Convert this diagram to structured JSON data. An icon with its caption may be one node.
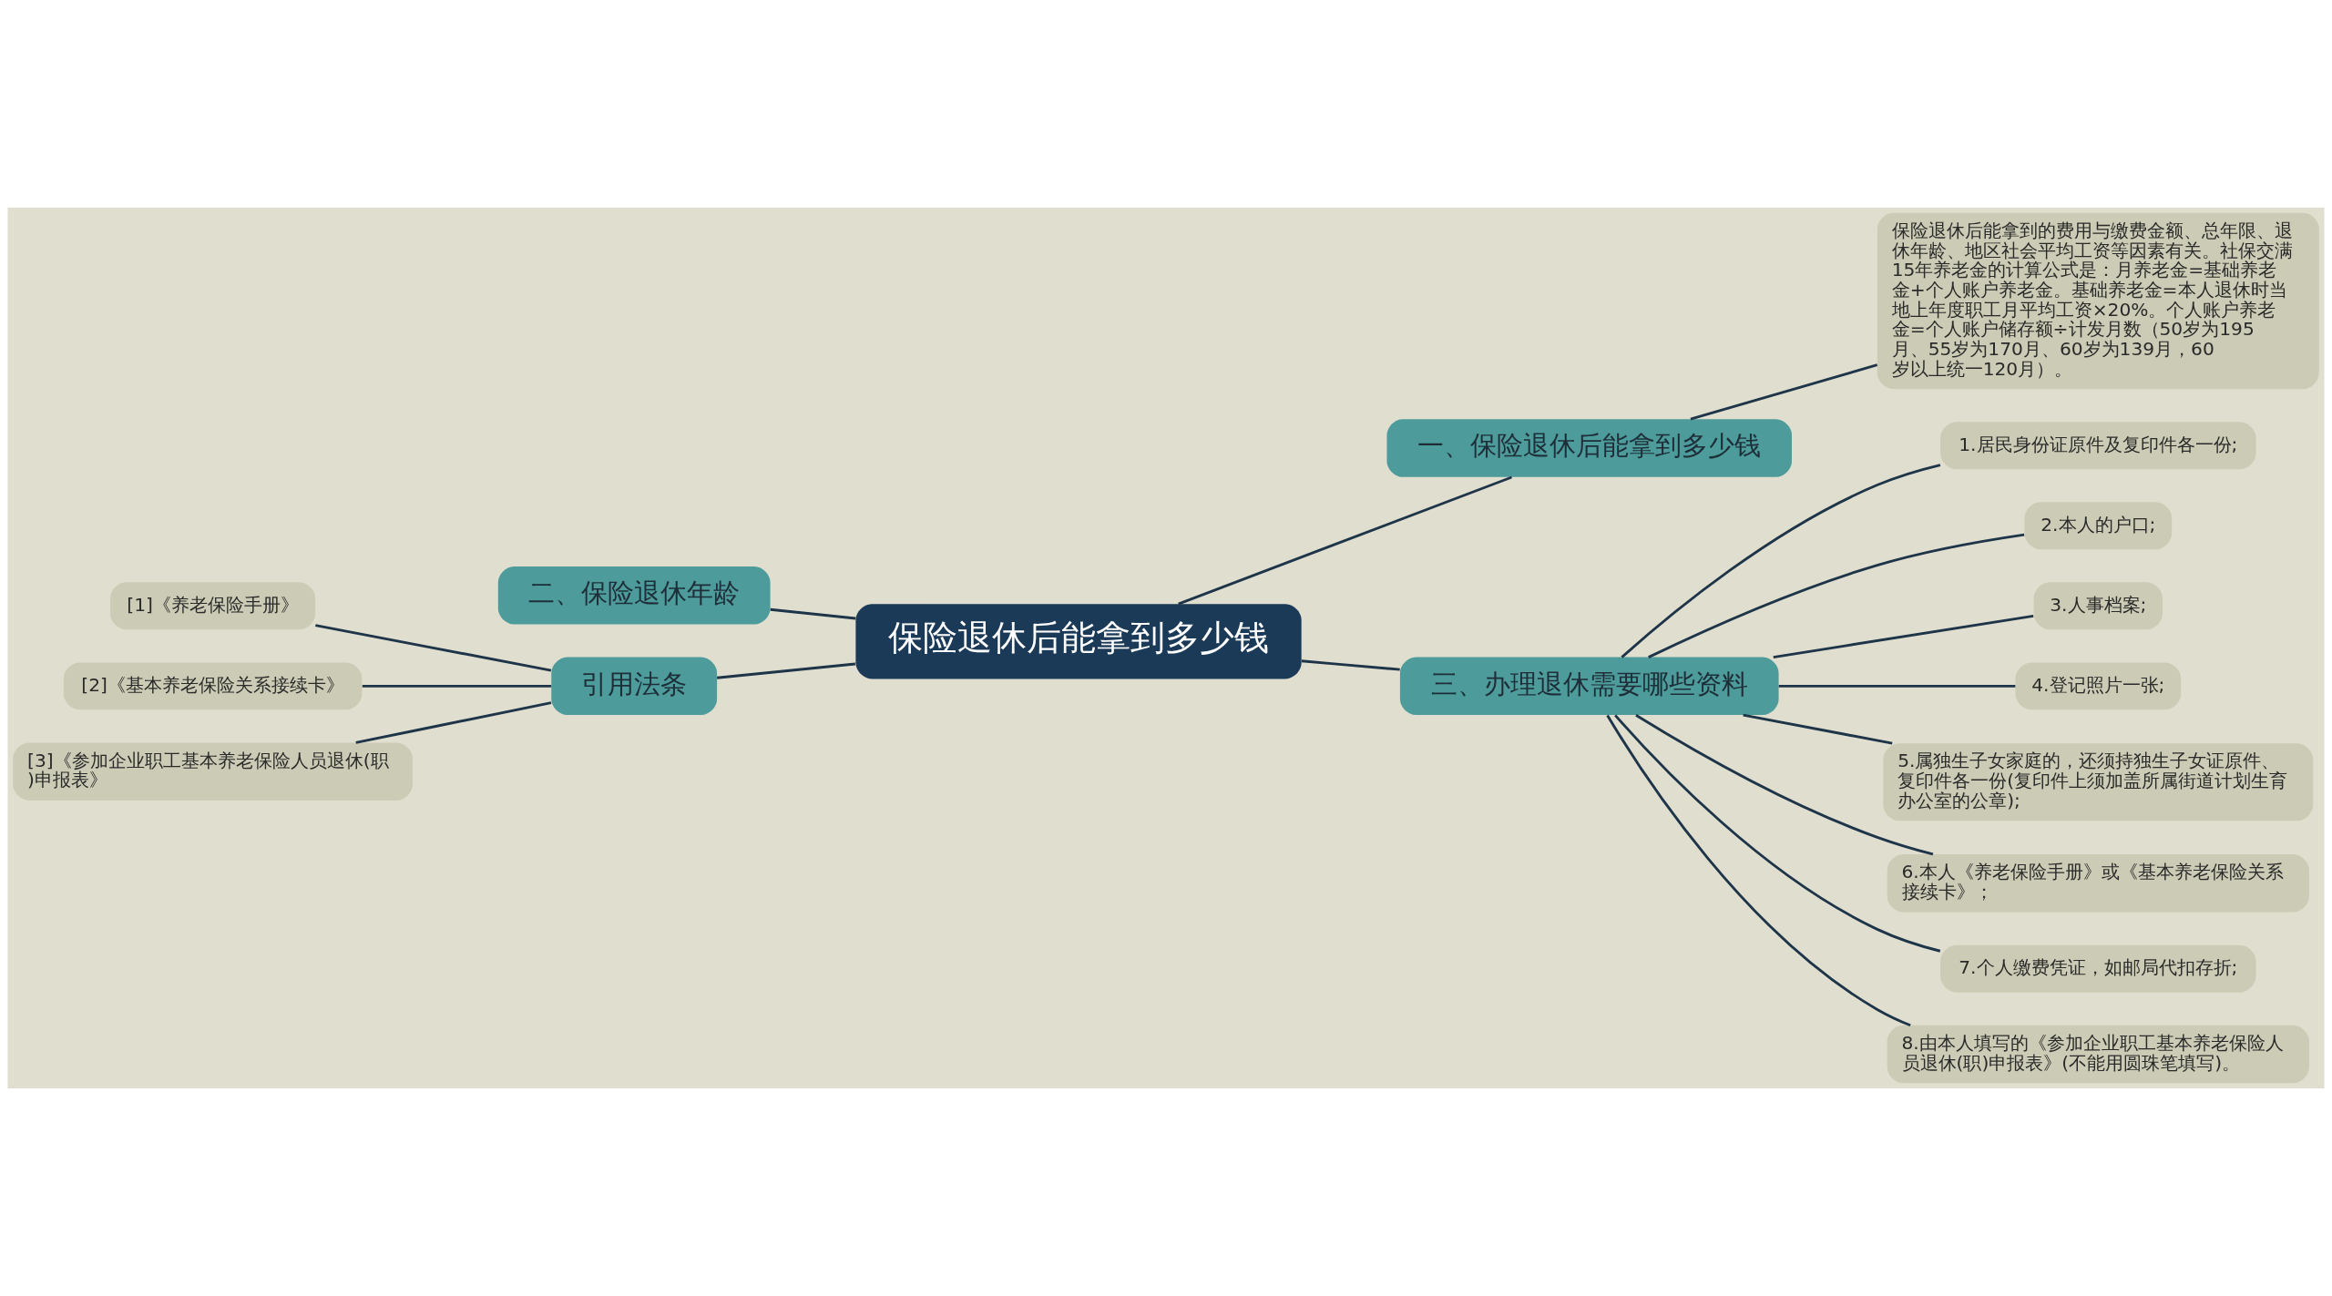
{
  "diagram": {
    "nodes": [
      {
        "text": [
          "保险退休后能拿到多少钱"
        ]
      },
      {
        "text": [
          "一、保险退休后能拿到多少钱"
        ]
      },
      {
        "text": [
          "保险退休后能拿到的费用与缴费金额、总年限、退休年龄、地区社会平均工资等因素有关。社保交满15年养老金的计算公式是：月养老金=基础养老金+个人账户养老金。基础养老金=本人退休时当地上年度职工月平均工资×20%。个人账户养老金=个人账户储存额÷计发月数（50岁为195月、55岁为170月、60岁为139月，60岁以上统一120月）。"
        ]
      },
      {
        "text": [
          "二、保险退休年龄"
        ]
      },
      {
        "text": [
          "引用法条"
        ]
      },
      {
        "text": [
          "[1]《养老保险手册》"
        ]
      },
      {
        "text": [
          "[2]《基本养老保险关系接续卡》"
        ]
      },
      {
        "text": [
          "[3]《参加企业职工基本养老保险人员退休(职)申报表》"
        ]
      },
      {
        "text": [
          "三、办理退休需要哪些资料"
        ]
      },
      {
        "text": [
          "1.居民身份证原件及复印件各一份;"
        ]
      },
      {
        "text": [
          "2.本人的户口;"
        ]
      },
      {
        "text": [
          "3.人事档案;"
        ]
      },
      {
        "text": [
          "4.登记照片一张;"
        ]
      },
      {
        "text": [
          "5.属独生子女家庭的，还须持独生子女证原件、复印件各一份(复印件上须加盖所属街道计划生育办公室的公章);"
        ]
      },
      {
        "text": [
          "6.本人《养老保险手册》或《基本养老保险关系接续卡》；"
        ]
      },
      {
        "text": [
          "7.个人缴费凭证，如邮局代扣存折;"
        ]
      },
      {
        "text": [
          "8.由本人填写的《参加企业职工基本养老保险人员退休(职)申报表》(不能用圆珠笔填写)。"
        ]
      }
    ],
    "edges": [
      {
        "from": 0,
        "to": 1,
        "arrow": "none"
      },
      {
        "from": 1,
        "to": 2,
        "arrow": "none"
      },
      {
        "from": 0,
        "to": 3,
        "arrow": "none"
      },
      {
        "from": 0,
        "to": 4,
        "arrow": "none"
      },
      {
        "from": 4,
        "to": 5,
        "arrow": "none"
      },
      {
        "from": 4,
        "to": 6,
        "arrow": "none"
      },
      {
        "from": 4,
        "to": 7,
        "arrow": "none"
      },
      {
        "from": 0,
        "to": 8,
        "arrow": "none"
      },
      {
        "from": 8,
        "to": 9,
        "arrow": "none"
      },
      {
        "from": 8,
        "to": 10,
        "arrow": "none"
      },
      {
        "from": 8,
        "to": 11,
        "arrow": "none"
      },
      {
        "from": 8,
        "to": 12,
        "arrow": "none"
      },
      {
        "from": 8,
        "to": 13,
        "arrow": "none"
      },
      {
        "from": 8,
        "to": 14,
        "arrow": "none"
      },
      {
        "from": 8,
        "to": 15,
        "arrow": "none"
      },
      {
        "from": 8,
        "to": 16,
        "arrow": "none"
      }
    ]
  }
}
